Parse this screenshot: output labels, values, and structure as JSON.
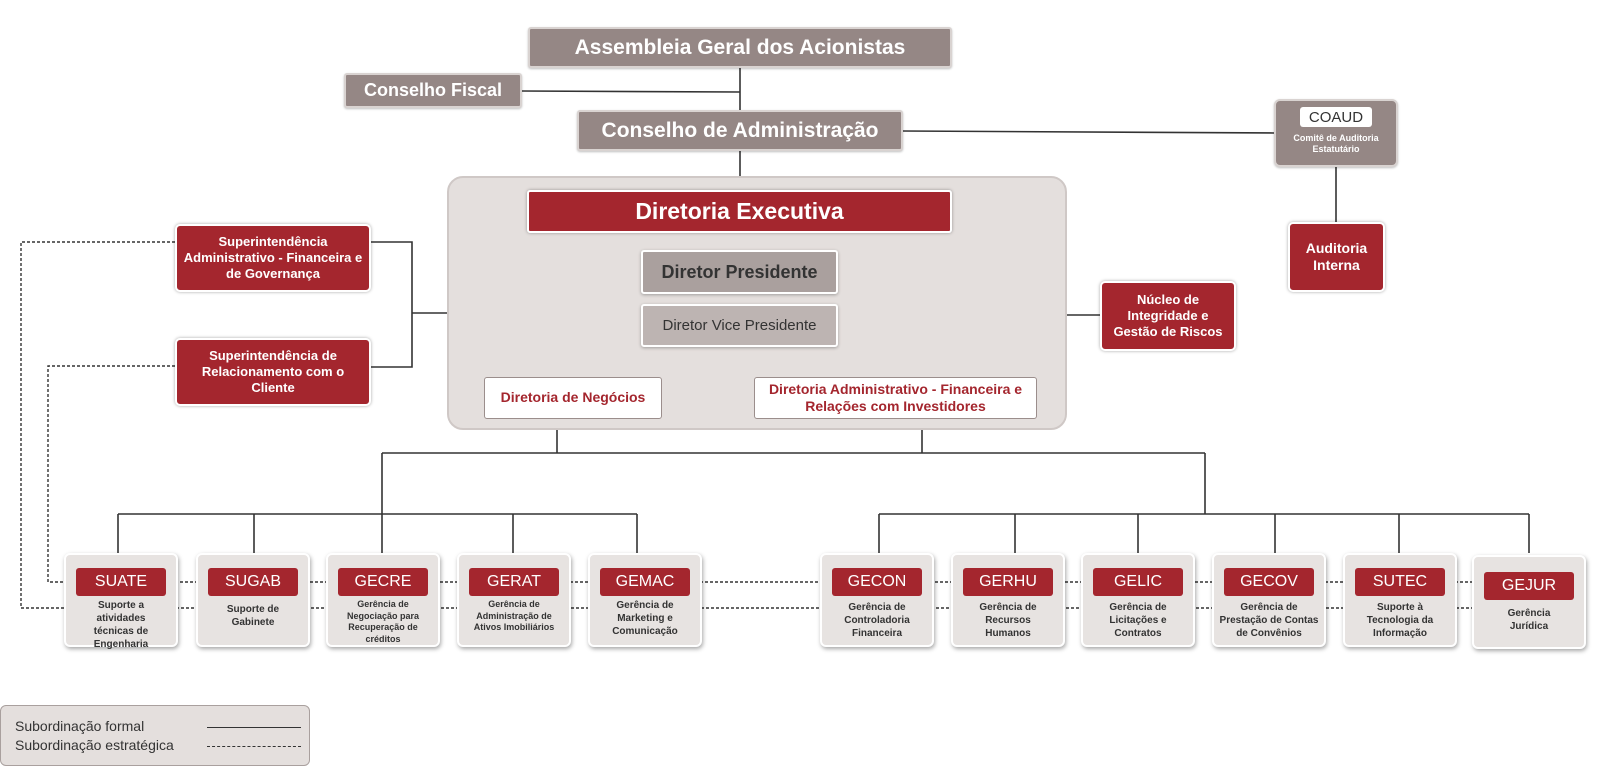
{
  "top": {
    "assembleia": "Assembleia Geral dos Acionistas",
    "conselho_fiscal": "Conselho Fiscal",
    "conselho_admin": "Conselho de Administração"
  },
  "coaud": {
    "code": "COAUD",
    "desc": "Comitê de Auditoria Estatutário"
  },
  "auditoria": "Auditoria Interna",
  "executive": {
    "title": "Diretoria Executiva",
    "presidente": "Diretor Presidente",
    "vice": "Diretor Vice Presidente",
    "negocios": "Diretoria de Negócios",
    "admin_fin": "Diretoria Administrativo - Financeira e Relações com Investidores"
  },
  "superintendencias": [
    "Superintendência Administrativo - Financeira e de Governança",
    "Superintendência de Relacionamento com o Cliente"
  ],
  "nucleo": "Núcleo de Integridade e Gestão de Riscos",
  "units": [
    {
      "code": "SUATE",
      "desc": "Suporte a atividades técnicas de Engenharia"
    },
    {
      "code": "SUGAB",
      "desc": "Suporte de Gabinete"
    },
    {
      "code": "GECRE",
      "desc": "Gerência de Negociação para Recuperação de créditos"
    },
    {
      "code": "GERAT",
      "desc": "Gerência de Administração de Ativos Imobiliários"
    },
    {
      "code": "GEMAC",
      "desc": "Gerência de Marketing e Comunicação"
    },
    {
      "code": "GECON",
      "desc": "Gerência de Controladoria Financeira"
    },
    {
      "code": "GERHU",
      "desc": "Gerência de Recursos Humanos"
    },
    {
      "code": "GELIC",
      "desc": "Gerência de Licitações e Contratos"
    },
    {
      "code": "GECOV",
      "desc": "Gerência de Prestação de Contas de Convênios"
    },
    {
      "code": "SUTEC",
      "desc": "Suporte à Tecnologia da Informação"
    },
    {
      "code": "GEJUR",
      "desc": "Gerência Jurídica"
    }
  ],
  "legend": {
    "formal": "Subordinação formal",
    "strategic": "Subordinação estratégica"
  }
}
